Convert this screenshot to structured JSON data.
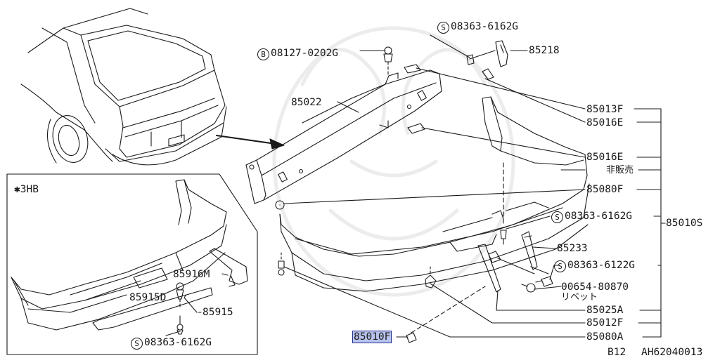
{
  "inset": {
    "label": "✱3HB"
  },
  "labels": {
    "s_08363_6162g_top": {
      "prefix": "S",
      "code": "08363-6162G"
    },
    "b_08127_0202g": {
      "prefix": "B",
      "code": "08127-0202G"
    },
    "p85218": "85218",
    "p85022": "85022",
    "p85013f": "85013F",
    "p85016e_1": "85016E",
    "p85016e_2": "85016E",
    "not_for_sale": "非販売",
    "p85080f": "85080F",
    "s_08363_6162g_mid": {
      "prefix": "S",
      "code": "08363-6162G"
    },
    "p85010s": "85010S",
    "p85233": "85233",
    "s_08363_6122g": {
      "prefix": "S",
      "code": "08363-6122G"
    },
    "p00654_80870": "00654-80870",
    "rivet": "リベット",
    "p85025a": "85025A",
    "p85012f": "85012F",
    "p85080a": "85080A",
    "p85010f": "85010F",
    "p85916m": "85916M",
    "p85915d": "85915D",
    "p85915": "85915",
    "s_08363_6162g_inset": {
      "prefix": "S",
      "code": "08363-6162G"
    }
  },
  "footer": {
    "section": "B12",
    "figure_id": "AH62040013"
  }
}
